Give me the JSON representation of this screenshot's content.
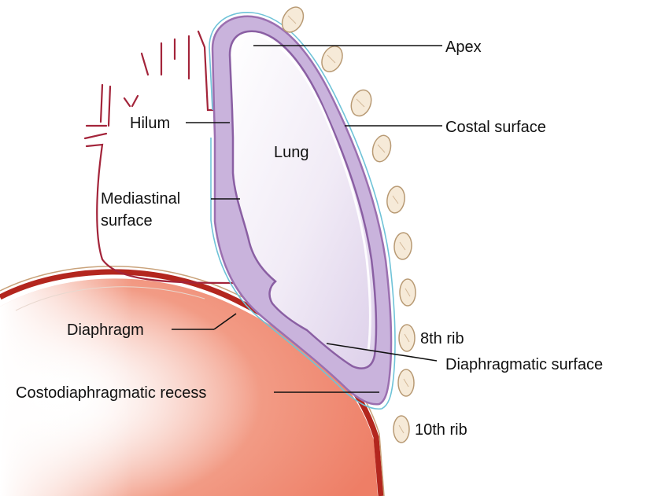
{
  "labels": {
    "apex": "Apex",
    "costal_surface": "Costal surface",
    "hilum": "Hilum",
    "lung": "Lung",
    "mediastinal_line1": "Mediastinal",
    "mediastinal_line2": "surface",
    "diaphragm": "Diaphragm",
    "rib8": "8th rib",
    "diaphragmatic_surface": "Diaphragmatic surface",
    "costodiaphragmatic_recess": "Costodiaphragmatic recess",
    "rib10": "10th rib"
  },
  "colors": {
    "pleura_purple": "#9b6fb0",
    "lung_fill": "#ece4f2",
    "diaphragm_dark_red": "#b3261e",
    "diaphragm_salmon": "#f08a72",
    "rib_fill": "#f6ead8",
    "rib_outline": "#b89a74",
    "vessel_red": "#a3243a",
    "outer_pleura_blue": "#6fc3d8"
  },
  "icons": [
    "rib-cross-section-icon"
  ]
}
